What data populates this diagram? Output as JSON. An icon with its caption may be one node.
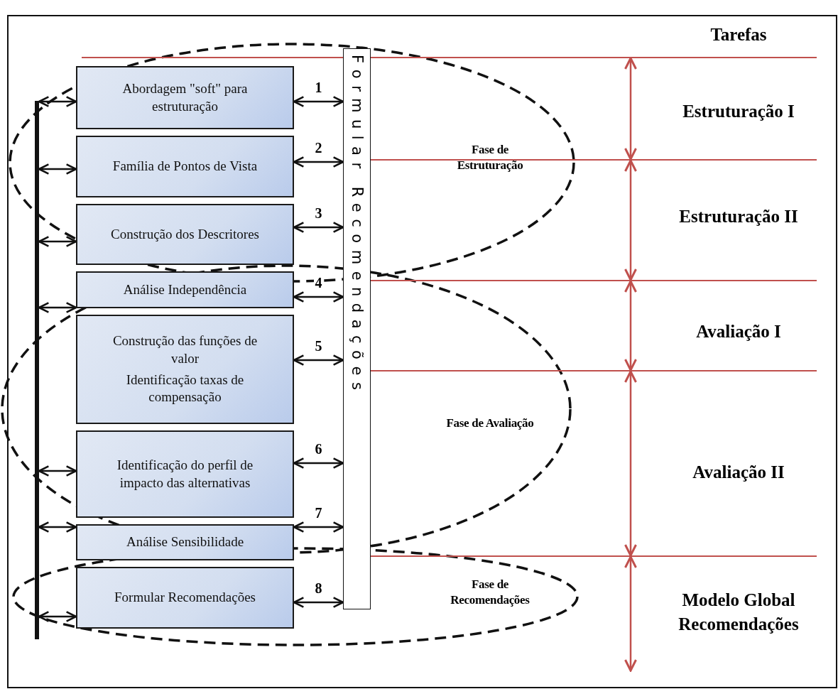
{
  "diagram": {
    "nodes": [
      {
        "text": [
          "Abordagem \"soft\" para estruturação"
        ]
      },
      {
        "text": [
          "Família de Pontos de Vista"
        ]
      },
      {
        "text": [
          "Construção dos Descritores"
        ]
      },
      {
        "text": [
          "Análise Independência"
        ]
      },
      {
        "text": [
          "Construção das funções de valor",
          "Identificação taxas de compensação"
        ]
      },
      {
        "text": [
          "Identificação do perfil de impacto das alternativas"
        ]
      },
      {
        "text": [
          "Análise Sensibilidade"
        ]
      },
      {
        "text": [
          "Formular Recomendações"
        ]
      },
      {
        "text": [
          "Formular Recomendações"
        ]
      },
      {
        "text": [],
        "shape": "bar"
      }
    ],
    "edges": [
      {
        "from": 9,
        "to": 0,
        "arrow": "both"
      },
      {
        "from": 9,
        "to": 1,
        "arrow": "both"
      },
      {
        "from": 9,
        "to": 2,
        "arrow": "both"
      },
      {
        "from": 9,
        "to": 3,
        "arrow": "both"
      },
      {
        "from": 9,
        "to": 5,
        "arrow": "both"
      },
      {
        "from": 9,
        "to": 6,
        "arrow": "both"
      },
      {
        "from": 9,
        "to": 7,
        "arrow": "both"
      },
      {
        "from": 0,
        "to": 8,
        "arrow": "both",
        "label": "1"
      },
      {
        "from": 1,
        "to": 8,
        "arrow": "both",
        "label": "2"
      },
      {
        "from": 2,
        "to": 8,
        "arrow": "both",
        "label": "3"
      },
      {
        "from": 3,
        "to": 8,
        "arrow": "both",
        "label": "4"
      },
      {
        "from": 4,
        "to": 8,
        "arrow": "both",
        "label": "5"
      },
      {
        "from": 5,
        "to": 8,
        "arrow": "both",
        "label": "6"
      },
      {
        "from": 6,
        "to": 8,
        "arrow": "both",
        "label": "7"
      },
      {
        "from": 7,
        "to": 8,
        "arrow": "both",
        "label": "8"
      }
    ],
    "labels": [
      "Tarefas",
      "Estruturação I",
      "Fase de Estruturação",
      "Estruturação II",
      "Avaliação I",
      "Fase de Avaliação",
      "Avaliação II",
      "Fase de Recomendações",
      "Modelo Global Recomendações"
    ]
  }
}
